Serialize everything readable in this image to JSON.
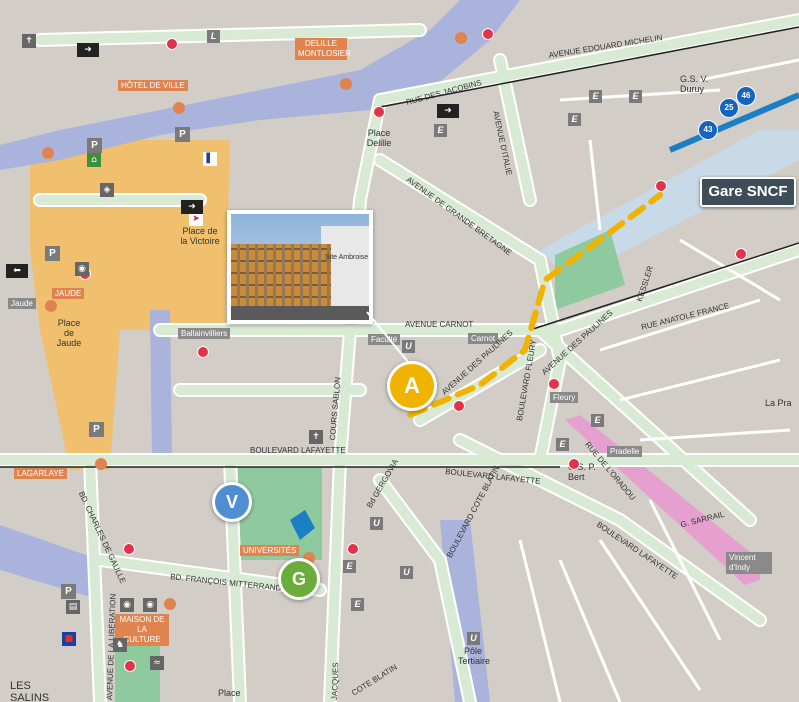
{
  "title": "",
  "colors": {
    "road": "#d9ead4",
    "road_edge": "#ffffff",
    "block": "#c9c4be",
    "block_light": "#d9d5cf",
    "orange_zone": "#f6bd5e",
    "river": "#a9b3dc",
    "rail_pink": "#e5a0d0",
    "park": "#8fc99e",
    "tram_line": "#f0b400",
    "water": "#1b7fc4"
  },
  "callouts": {
    "gare": "Gare SNCF",
    "marker_a": "A",
    "marker_v": "V",
    "marker_g": "G",
    "photo_sign": "Site Ambroise"
  },
  "orange_labels": {
    "delille": "DELILLE MONTLOSIER",
    "hotel_ville": "HÔTEL DE VILLE",
    "jaude": "JAUDE",
    "lagarlaye": "LAGARLAYE",
    "universites": "UNIVERSITÉS",
    "maison_culture": "MAISON DE LA CULTURE"
  },
  "gray_labels": {
    "ballainvilliers": "Ballainvilliers",
    "fleury": "Fleury",
    "pradelle": "Pradelle",
    "vincent": "Vincent d'Indy",
    "jaude_s": "Jaude",
    "carnot": "Carnot",
    "faculte": "Faculté"
  },
  "streets": {
    "edouard_michelin": "AVENUE EDOUARD MICHELIN",
    "jacobins": "RUE DES JACOBINS",
    "italie": "AVENUE D'ITALIE",
    "bretagne": "AVENUE DE GRANDE BRETAGNE",
    "carnot": "AVENUE CARNOT",
    "anatole": "RUE ANATOLE FRANCE",
    "paulines": "AVENUE DES PAULINES",
    "paulines2": "AVENUE DES PAULINES",
    "fleury": "BOULEVARD FLEURY",
    "lafayette": "BOULEVARD LAFAYETTE",
    "lafayette2": "BOULEVARD LAFAYETTE",
    "lafayette3": "BOULEVARD LAFAYETTE",
    "sablon": "COURS SABLON",
    "gergovia": "Bd GERGOVIA",
    "cote_blatin": "BOULEVARD COTE BLATIN",
    "charles": "BD. CHARLES DE GAULLE",
    "mitterrand": "BD. FRANÇOIS MITTERRAND",
    "liberation": "AVENUE DE LA LIBÉRATION",
    "blatin": "COTE BLATIN",
    "jacques": "JACQUES",
    "oradou": "RUE DE L'ORADOU",
    "gambetta": "G. SARRAIL",
    "kessler": "KESSLER"
  },
  "places": {
    "place_delille": "Place Delille",
    "place_victoire": "Place de la Victoire",
    "place_jaude": "Place de Jaude",
    "place": "Place",
    "gs_duruy": "G.S. V. Duruy",
    "gs_bert": "G.S. P. Bert",
    "pole_tertiaire": "Pôle Tertiaire",
    "les_salins": "LES SALINS",
    "la_pra": "La Pra"
  },
  "bus_lines": [
    "25",
    "46",
    "43"
  ],
  "square_letters": [
    "L",
    "E",
    "E",
    "E",
    "E",
    "E",
    "E",
    "E",
    "E",
    "U",
    "U",
    "U",
    "U",
    "E",
    "E",
    "U",
    "P",
    "P",
    "P",
    "P",
    "P"
  ]
}
